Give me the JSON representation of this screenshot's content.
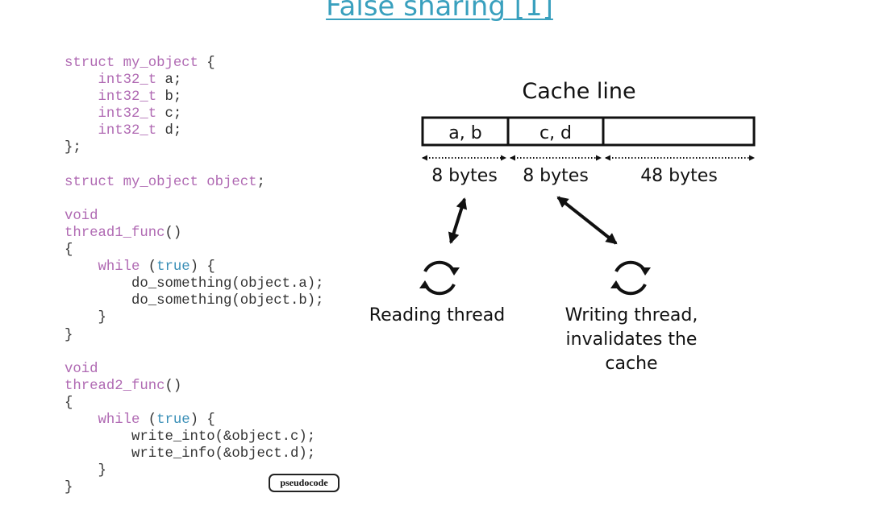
{
  "slide": {
    "title": "False sharing [1]",
    "badge": "pseudocode"
  },
  "code": [
    [
      {
        "t": "kw",
        "v": "struct my_object"
      },
      {
        "t": "plain",
        "v": " {"
      }
    ],
    [
      {
        "t": "plain",
        "v": "    "
      },
      {
        "t": "kw",
        "v": "int32_t"
      },
      {
        "t": "plain",
        "v": " a;"
      }
    ],
    [
      {
        "t": "plain",
        "v": "    "
      },
      {
        "t": "kw",
        "v": "int32_t"
      },
      {
        "t": "plain",
        "v": " b;"
      }
    ],
    [
      {
        "t": "plain",
        "v": "    "
      },
      {
        "t": "kw",
        "v": "int32_t"
      },
      {
        "t": "plain",
        "v": " c;"
      }
    ],
    [
      {
        "t": "plain",
        "v": "    "
      },
      {
        "t": "kw",
        "v": "int32_t"
      },
      {
        "t": "plain",
        "v": " d;"
      }
    ],
    [
      {
        "t": "plain",
        "v": "};"
      }
    ],
    [],
    [
      {
        "t": "kw",
        "v": "struct my_object object"
      },
      {
        "t": "plain",
        "v": ";"
      }
    ],
    [],
    [
      {
        "t": "kw",
        "v": "void"
      }
    ],
    [
      {
        "t": "kw",
        "v": "thread1_func"
      },
      {
        "t": "plain",
        "v": "()"
      }
    ],
    [
      {
        "t": "plain",
        "v": "{"
      }
    ],
    [
      {
        "t": "plain",
        "v": "    "
      },
      {
        "t": "kw",
        "v": "while"
      },
      {
        "t": "plain",
        "v": " ("
      },
      {
        "t": "lit",
        "v": "true"
      },
      {
        "t": "plain",
        "v": ") {"
      }
    ],
    [
      {
        "t": "plain",
        "v": "        do_something(object.a);"
      }
    ],
    [
      {
        "t": "plain",
        "v": "        do_something(object.b);"
      }
    ],
    [
      {
        "t": "plain",
        "v": "    }"
      }
    ],
    [
      {
        "t": "plain",
        "v": "}"
      }
    ],
    [],
    [
      {
        "t": "kw",
        "v": "void"
      }
    ],
    [
      {
        "t": "kw",
        "v": "thread2_func"
      },
      {
        "t": "plain",
        "v": "()"
      }
    ],
    [
      {
        "t": "plain",
        "v": "{"
      }
    ],
    [
      {
        "t": "plain",
        "v": "    "
      },
      {
        "t": "kw",
        "v": "while"
      },
      {
        "t": "plain",
        "v": " ("
      },
      {
        "t": "lit",
        "v": "true"
      },
      {
        "t": "plain",
        "v": ") {"
      }
    ],
    [
      {
        "t": "plain",
        "v": "        write_into(&object.c);"
      }
    ],
    [
      {
        "t": "plain",
        "v": "        write_info(&object.d);"
      }
    ],
    [
      {
        "t": "plain",
        "v": "    }"
      }
    ],
    [
      {
        "t": "plain",
        "v": "}"
      }
    ]
  ],
  "diagram": {
    "cache_line_label": "Cache line",
    "cells": [
      "a, b",
      "c, d",
      ""
    ],
    "sizes": [
      "8 bytes",
      "8 bytes",
      "48 bytes"
    ],
    "reading_label": "Reading thread",
    "writing_label": [
      "Writing thread,",
      "invalidates the",
      "cache"
    ]
  },
  "colors": {
    "title": "#39a0be",
    "keyword": "#b06ab3",
    "literal": "#3a8fb7",
    "text": "#333333"
  },
  "icons": [
    "refresh-cycle-icon",
    "refresh-cycle-icon"
  ]
}
